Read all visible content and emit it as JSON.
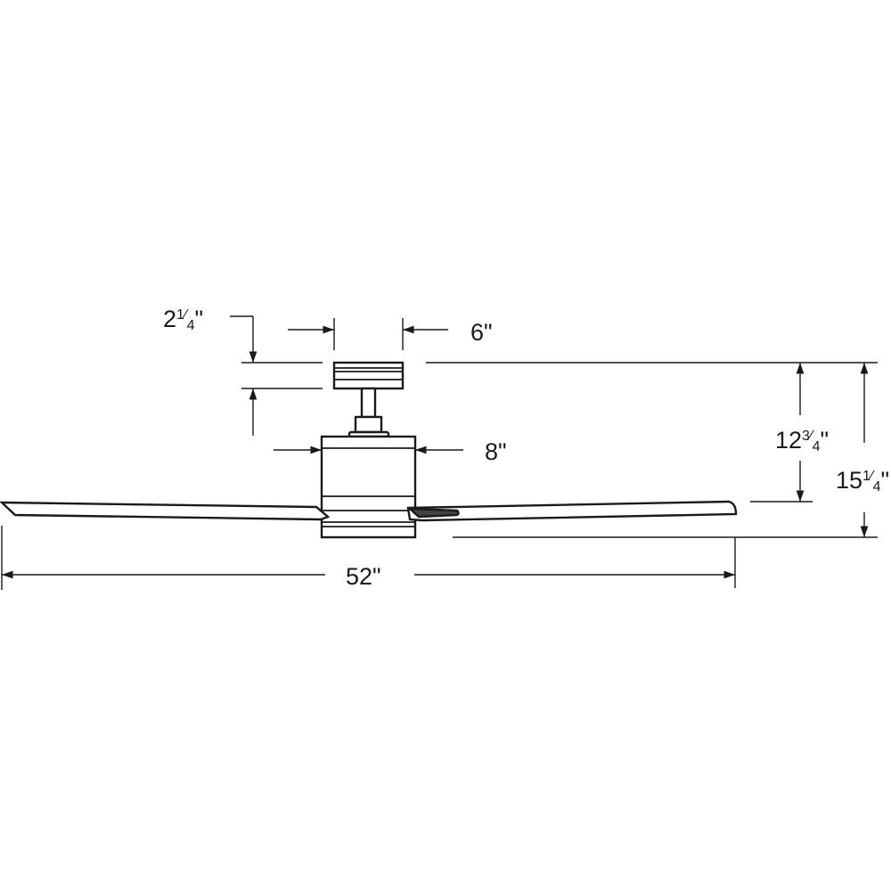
{
  "title": "Ceiling fan dimension drawing",
  "dimensions": {
    "canopy_height": {
      "whole": "2",
      "fraction_num": "1",
      "fraction_den": "4",
      "unit": "\""
    },
    "canopy_width": {
      "whole": "6",
      "unit": "\""
    },
    "motor_width": {
      "whole": "8",
      "unit": "\""
    },
    "ceiling_to_blade": {
      "whole": "12",
      "fraction_num": "3",
      "fraction_den": "4",
      "unit": "\""
    },
    "overall_height": {
      "whole": "15",
      "fraction_num": "1",
      "fraction_den": "4",
      "unit": "\""
    },
    "blade_span": {
      "whole": "52",
      "unit": "\""
    }
  },
  "colors": {
    "line": "#1a1a1a",
    "background": "#ffffff"
  }
}
